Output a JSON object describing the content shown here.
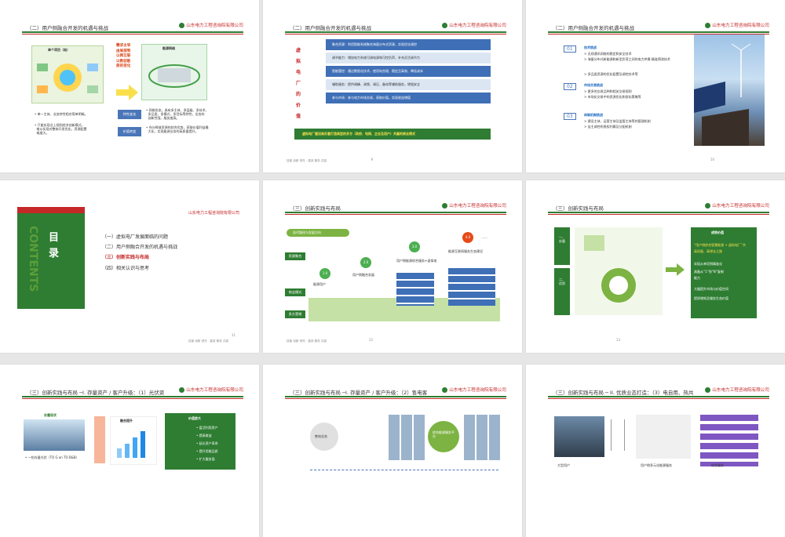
{
  "common": {
    "logo": "山东电力工程咨询院有限公司",
    "footer": "技能 创新 领先 · 高效 服务 共赢"
  },
  "s1": {
    "title": "（二）用户侧融合开发的机遇与挑战",
    "left_head": "单个项目（站）",
    "callout": "需求主导\n由局部到\n以网互联\n以数驭能\n质的变化",
    "right_head": "能源网络",
    "bullet1": "• 单一主体、业务特性相对简单明晰。",
    "bullet2": "• 只能实现点上规则经济创新模式，\n  难以实现对整体开发优化，资源配置\n  难度大。",
    "tag1": "特性变化",
    "tag2": "价值转变",
    "text1": "• 网络形态，具有多主体、多层级、多技术、\n  多品类、多模式、多目标等特性，业务的\n  创新性强、服务度高。",
    "text2": "• 充分释放资源的综合优势，获取价值利益最\n  大化，实现能源业务的高质量提升。"
  },
  "s2": {
    "title": "（二）用户侧融合开发的机遇与挑战",
    "side": "虚拟电厂的价值",
    "rows": [
      "聚合资源：利用智能系统聚合海量分布式资源，实现优化调控",
      "调节能力：增加电力系统可调电源和可控负荷，补充灵活调节力",
      "智能管控：通过数智化技术，使用电合理、稳定且高效、降低成本",
      "辅助服务：提供调峰、调频、调压、备电等辅助服务，增强安全",
      "参与市场：参与电力市场交易，获取价值，实现收益增值"
    ],
    "banner": "虚拟电厂建设肩负着打造典型的多方（政府、电网、企业及用户）共赢的商业模式",
    "page": "9"
  },
  "s3": {
    "title": "（二）用户侧融合开发的机遇与挑战",
    "items": [
      {
        "num": "01",
        "head": "技术挑战",
        "lines": [
          "> 无线通讯网络的稳定和安全技术",
          "> 海量分布式新能源和新型负荷之间的电力供需 精准预测技术",
          "> 多品类资源的优化配置及调控技术等"
        ]
      },
      {
        "num": "02",
        "head": "市场交易挑战",
        "lines": [
          "> 更多的交易品种和相关交易规则",
          "> 市场化交易中的资源优化和投标策略等"
        ]
      },
      {
        "num": "03",
        "head": "体制机制挑战",
        "lines": [
          "> 建设主体、运营主体及监管主体等的管理机制",
          "> 自主调控的责权利属及分配机制"
        ]
      }
    ],
    "page": "10"
  },
  "s4": {
    "side_cn": "目录",
    "side_en": "CONTENTS",
    "items": [
      "（一）虚拟电厂发展面临的问题",
      "（二）用户侧融合开发的机遇与挑战",
      "（三）创新实践与布局",
      "（四）相关认识与思考"
    ],
    "page": "11"
  },
  "s5": {
    "title": "（三）创新实践与布局",
    "banner": "迭代路径与发展方向",
    "labels": [
      "资源聚合",
      "商业模式",
      "多方营销"
    ],
    "stages": [
      "1.0",
      "2.0",
      "3.0",
      "4.0"
    ],
    "cols": [
      "能源用户",
      "用户侧融合发展",
      "用户侧能源综合服务+虚拟电",
      "能源互联网服务生态建设"
    ],
    "more": "……",
    "page": "12"
  },
  "s6": {
    "title": "（三）创新实践与布局",
    "left_tags": [
      "一、存量",
      "二、优质"
    ],
    "right_head": "成效价值",
    "right_lines": [
      "“用户侧综合智慧能源 + 虚拟电厂”共",
      "高质量、高增长之路",
      "实现从单项到精准化",
      "具备从“1”到“N”复制",
      "能力",
      "大幅提升市场与价值空间",
      "提质增效及服务生态价值"
    ],
    "page": "13"
  },
  "s7": {
    "title": "（三）创新实践与布局 ─I. 存量资产 / 客户升级：（1）光伏资",
    "a": "存量现状",
    "b": "融合提升",
    "c": "价值放大",
    "c_lines": [
      "• 盘活利用资产",
      "• 提高收益",
      "• 延长资产寿命",
      "• 提升用能品质",
      "• 扩大服务面"
    ],
    "note": "• 一些存量光伏（TO G on TO B&B）"
  },
  "s8": {
    "title": "（三）创新实践与布局 ─I. 存量资产 / 客户升级：（2）售电客",
    "circle": "售电业务",
    "center": "综合能源服务平台"
  },
  "s9": {
    "title": "（三）创新实践与布局 ─ II. 优质业态打造：（3）电自用、热共",
    "labels": [
      "大型用户",
      "用户侧多元化能源服务",
      "综合服务"
    ]
  }
}
